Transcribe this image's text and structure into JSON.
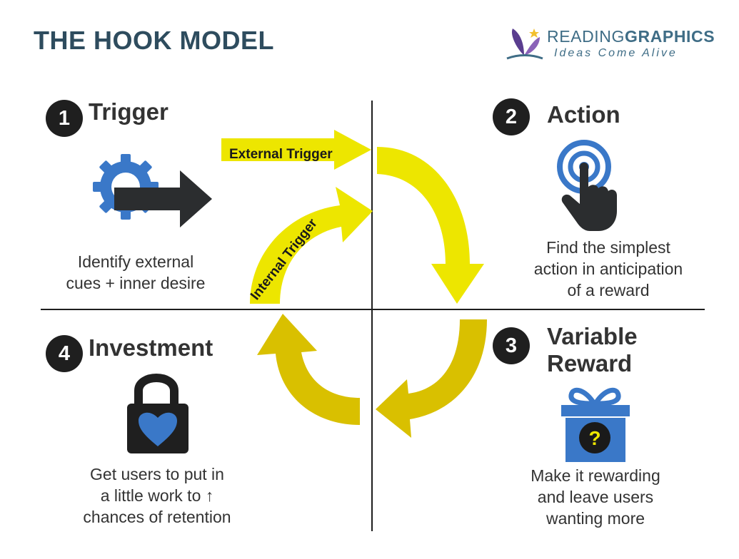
{
  "title": "THE HOOK MODEL",
  "logo": {
    "brand_light": "READING",
    "brand_bold": "GRAPHICS",
    "tagline": "Ideas Come Alive"
  },
  "colors": {
    "title": "#2e4c5e",
    "yellow": "#ede600",
    "yellow_dark": "#d9ba00",
    "blue": "#3a78c8",
    "dark": "#1f1f1f"
  },
  "steps": [
    {
      "number": "1",
      "title": "Trigger",
      "description": [
        "Identify external",
        "cues + inner desire"
      ],
      "icon": "gear-arrow-icon"
    },
    {
      "number": "2",
      "title": "Action",
      "description": [
        "Find the simplest",
        "action in anticipation",
        "of a reward"
      ],
      "icon": "finger-tap-icon"
    },
    {
      "number": "3",
      "title_lines": [
        "Variable",
        "Reward"
      ],
      "description": [
        "Make it rewarding",
        "and leave users",
        "wanting more"
      ],
      "icon": "mystery-gift-icon"
    },
    {
      "number": "4",
      "title": "Investment",
      "description": [
        "Get users to put in",
        "a little work to ↑",
        "chances of retention"
      ],
      "icon": "heart-lock-icon"
    }
  ],
  "arrows": {
    "external": "External Trigger",
    "internal": "Internal Trigger"
  }
}
